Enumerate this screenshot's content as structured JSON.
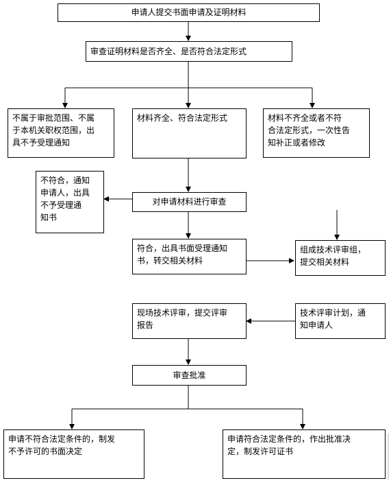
{
  "flowchart": {
    "nodes": {
      "apply": "申请人提交书面申请及证明材料",
      "check": "审查证明材料是否齐全、是否符合法定形式",
      "not_in_scope": "不属于审批范围、不属\n于本机关职权范围，出\n具不予受理通知",
      "complete": "材料齐全、符合法定形式",
      "incomplete": "材料不齐全或者不符\n合法定形式，一次性告\n知补正或者修改",
      "not_conform": "不符合，通知\n申请人，出具\n不予受理通\n知书",
      "review": "对申请材料进行审查",
      "conform": "符合，出具书面受理通知\n书，转交相关材料",
      "form_team": "组成技术评审组，\n提交相关材料",
      "onsite": "现场技术评审，提交评审\n报告",
      "plan": "技术评审计划，通\n知申请人",
      "approve": "审查批准",
      "reject": "申请不符合法定条件的，制发\n不予许可的书面决定",
      "grant": "申请符合法定条件的，作出批准决\n定，制发许可证书"
    }
  }
}
